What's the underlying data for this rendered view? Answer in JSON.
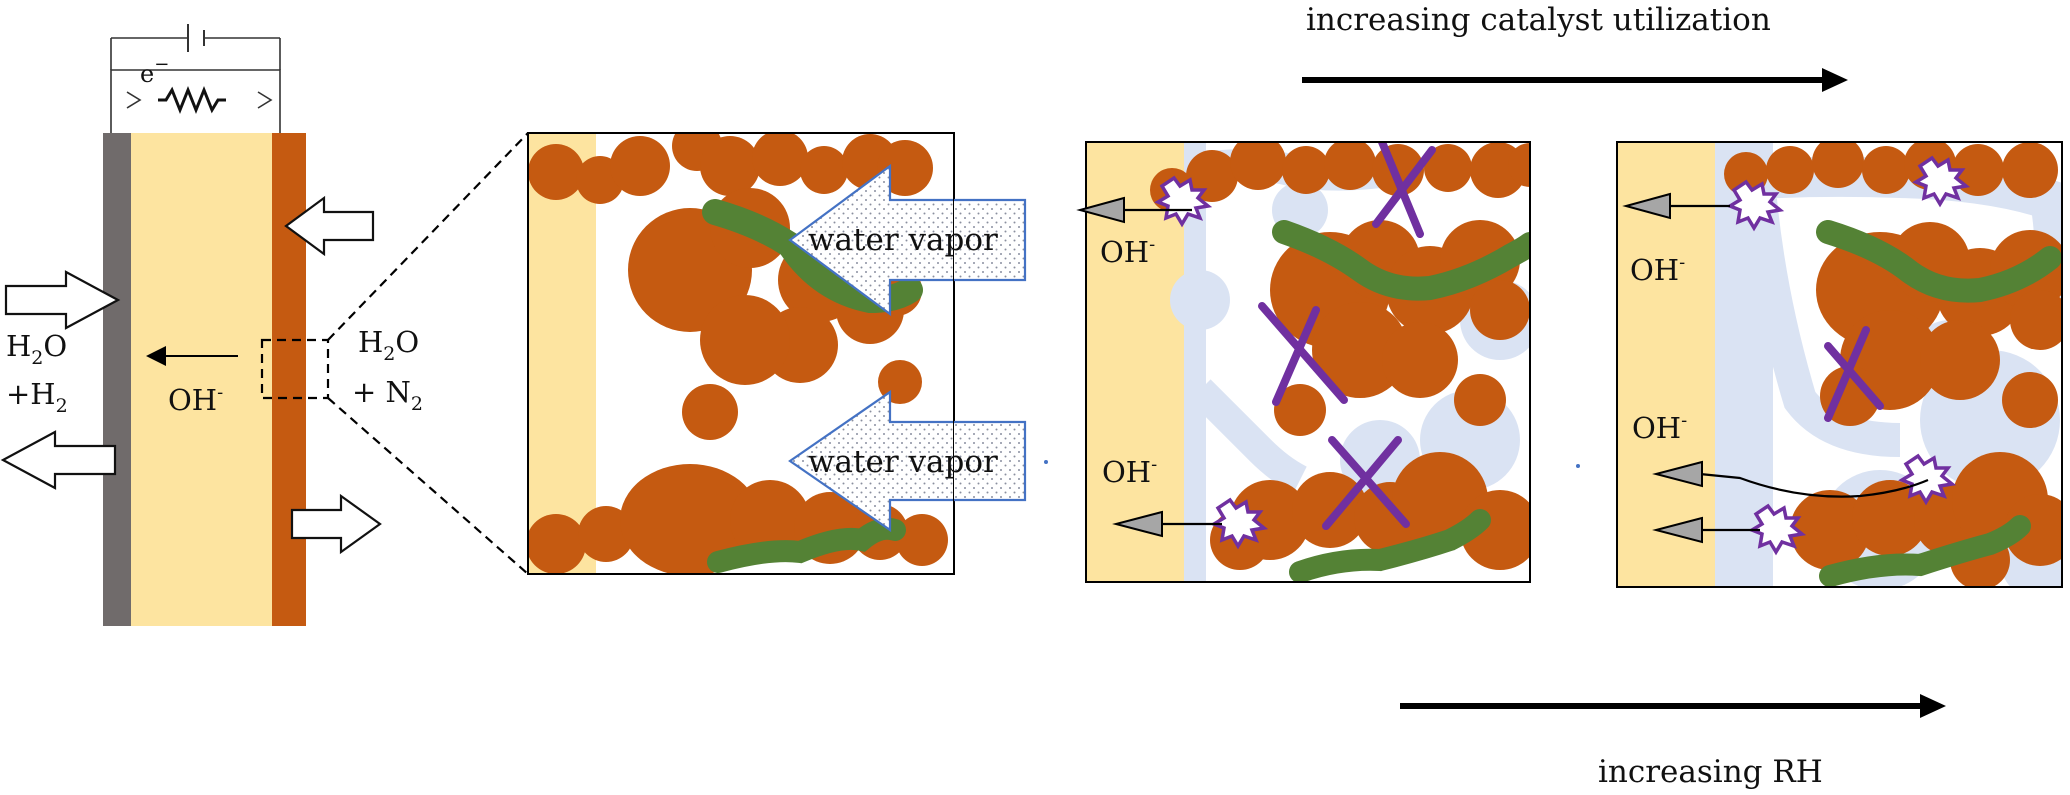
{
  "cell": {
    "electron": "e",
    "electron_sup": "−",
    "left_gas": {
      "line1": "H",
      "line1_sub": "2",
      "line1_rest": "O",
      "line2": "+H",
      "line2_sub": "2"
    },
    "right_gas": {
      "line1": "H",
      "line1_sub": "2",
      "line1_rest": "O",
      "line2": "+ N",
      "line2_sub": "2"
    },
    "ion": "OH",
    "ion_sup": "-"
  },
  "zoom": {
    "arrow_label_top": "water vapor",
    "arrow_label_bottom": "water vapor"
  },
  "panel_low_rh": {
    "ion_top": "OH",
    "ion_top_sup": "-",
    "ion_bottom": "OH",
    "ion_bottom_sup": "-"
  },
  "panel_high_rh": {
    "ion_top": "OH",
    "ion_top_sup": "-",
    "ion_mid": "OH",
    "ion_mid_sup": "-"
  },
  "trend_top": {
    "label": "increasing catalyst utilization"
  },
  "trend_bottom": {
    "label": "increasing RH"
  },
  "colors": {
    "membrane": "#fde4a0",
    "anode": "#706b6b",
    "cathode": "#c55a11",
    "catalyst": "#c55a11",
    "ionomer": "#548235",
    "water": "#dae3f3",
    "inactive_mark": "#7030a0",
    "arrow_fill": "#dae3f3",
    "arrow_stroke": "#4472c4"
  }
}
